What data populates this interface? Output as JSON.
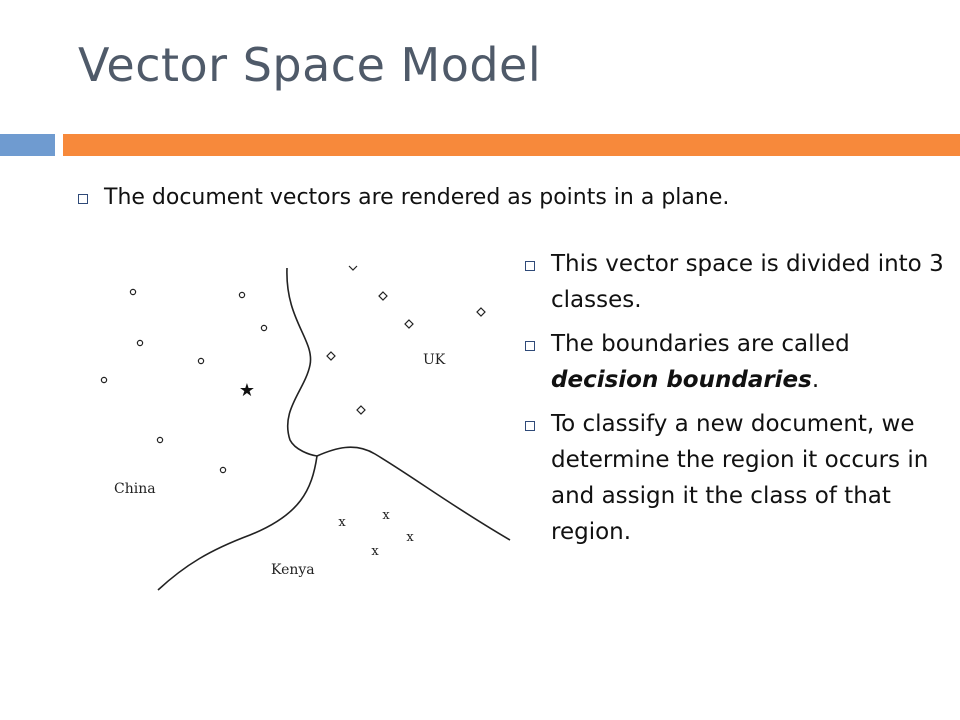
{
  "slide": {
    "title": "Vector Space Model",
    "intro": "The document vectors are rendered as points in a plane.",
    "bullets": {
      "b1": "This vector space is divided into 3 classes.",
      "b2_pre": "The boundaries are called ",
      "b2_em": "decision boundaries",
      "b2_post": ".",
      "b3": "To classify a new document, we determine the region it occurs in and assign it the class of that region."
    }
  },
  "colors": {
    "title": "#4f5a69",
    "accent_blue": "#6f9bd0",
    "accent_orange": "#f7893b",
    "bullet_box": "#2f4a78"
  },
  "diagram": {
    "labels": {
      "uk": "UK",
      "china": "China",
      "kenya": "Kenya"
    },
    "marker_glyphs": {
      "star": "★",
      "x": "x"
    }
  }
}
